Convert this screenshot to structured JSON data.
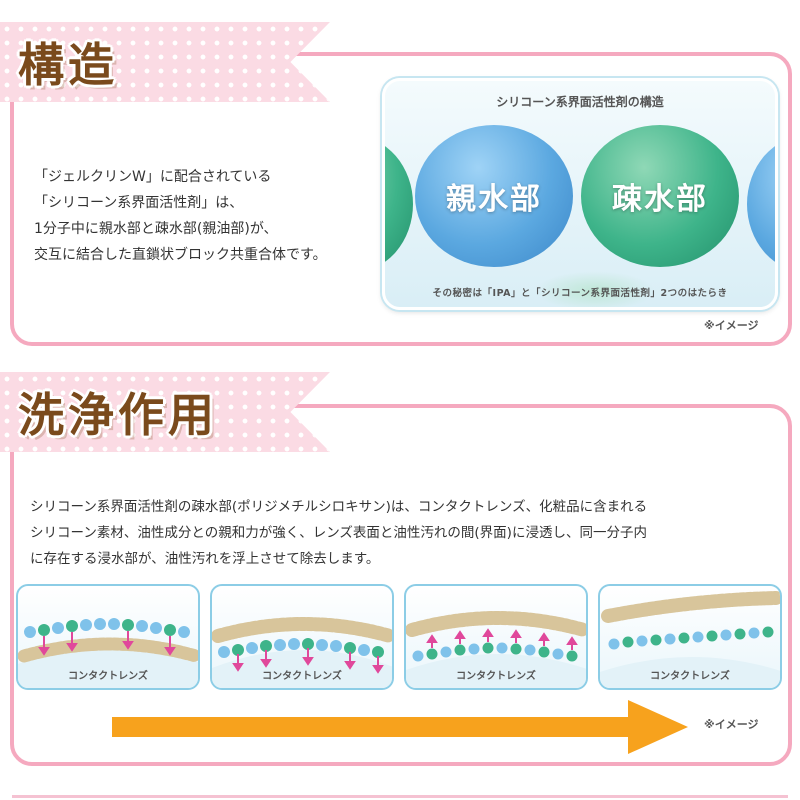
{
  "structure": {
    "heading": "構造",
    "body_lines": [
      "「ジェルクリンW」に配合されている",
      "「シリコーン系界面活性剤」は、",
      "1分子中に親水部と疎水部(親油部)が、",
      "交互に結合した直鎖状ブロック共重合体です。"
    ],
    "diagram_title": "シリコーン系界面活性剤の構造",
    "hydrophilic_label": "親水部",
    "hydrophobic_label": "疎水部",
    "diagram_caption": "その秘密は「IPA」と「シリコーン系界面活性剤」2つのはたらき",
    "note": "※イメージ"
  },
  "cleaning": {
    "heading": "洗浄作用",
    "body_lines": [
      "シリコーン系界面活性剤の疎水部(ポリジメチルシロキサン)は、コンタクトレンズ、化粧品に含まれる",
      "シリコーン素材、油性成分との親和力が強く、レンズ表面と油性汚れの間(界面)に浸透し、同一分子内",
      "に存在する浸水部が、油性汚れを浮上させて除去します。"
    ],
    "panels": [
      {
        "label": "コンタクトレンズ"
      },
      {
        "label": "コンタクトレンズ"
      },
      {
        "label": "コンタクトレンズ"
      },
      {
        "label": "コンタクトレンズ"
      }
    ],
    "note": "※イメージ"
  },
  "colors": {
    "pink_border": "#f5a9bf",
    "tab_pink": "#fbdbe4",
    "heading_brown": "#7a4a1c",
    "arrow_orange": "#f7a21d",
    "hydrophilic_blue": "#5ba8e0",
    "hydrophobic_green": "#3eb48a",
    "oil_tan": "#d8c59b"
  }
}
